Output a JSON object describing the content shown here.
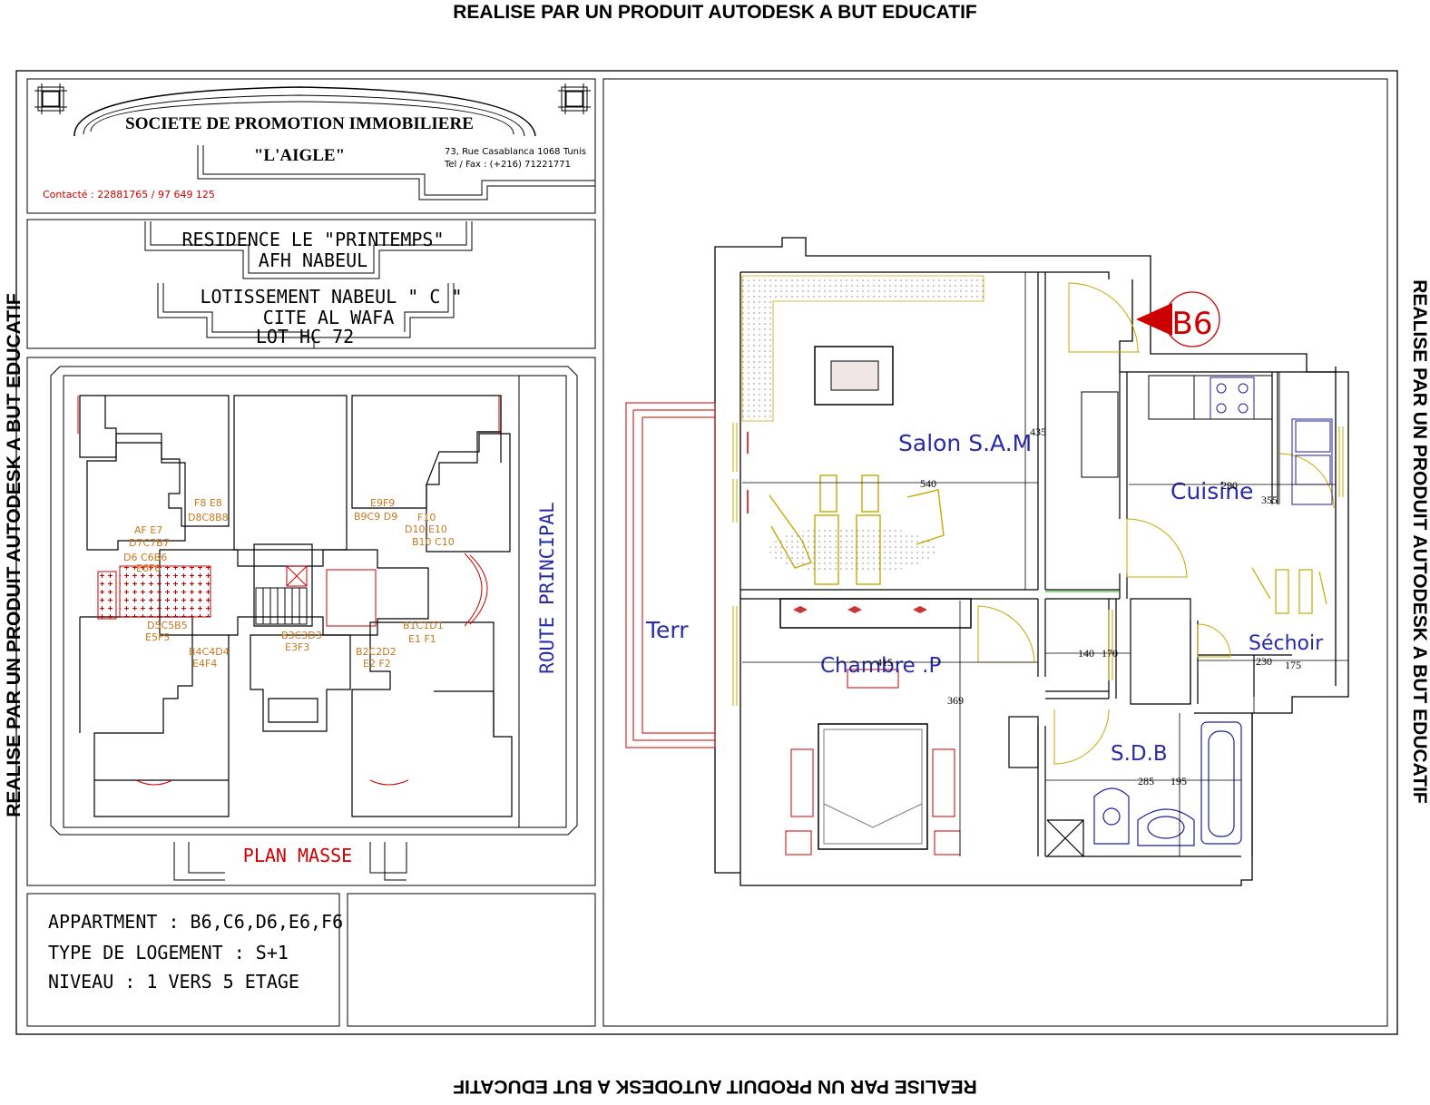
{
  "watermark": "REALISE PAR UN PRODUIT AUTODESK A BUT EDUCATIF",
  "title_block": {
    "company_line1": "SOCIETE  DE  PROMOTION  IMMOBILIERE",
    "company_line2": "\"L'AIGLE\"",
    "address": "73, Rue Casablanca 1068 Tunis",
    "phone": "Tel / Fax : (+216) 71221771",
    "contact": "Contacté : 22881765 / 97 649 125"
  },
  "project": {
    "residence": "RESIDENCE LE \"PRINTEMPS\"",
    "location": "AFH NABEUL",
    "lotissement": "LOTISSEMENT  NABEUL \" C \"",
    "cite": "CITE  AL  WAFA",
    "lot": "LOT HC 72"
  },
  "site_plan": {
    "title": "PLAN MASSE",
    "road": "ROUTE PRINCIPAL",
    "unit_labels": [
      "F8 E8",
      "D8C8B8",
      "AF E7",
      "D7C7B7",
      "D6 C6B6",
      "E6F6",
      "E9F9",
      "B9C9 D9",
      "F10",
      "D10 E10",
      "B10 C10",
      "D5C5B5",
      "E5F5",
      "B4C4D4",
      "E4F4",
      "B3C3D3",
      "E3F3",
      "B2C2D2",
      "E2 F2",
      "B1C1D1",
      "E1 F1"
    ]
  },
  "info": {
    "appartment": "APPARTMENT : B6,C6,D6,E6,F6",
    "type": "TYPE DE LOGEMENT : S+1",
    "niveau": "NIVEAU : 1 VERS 5 ETAGE"
  },
  "floor_plan": {
    "unit_tag": "B6",
    "rooms": {
      "salon": "Salon S.A.M",
      "cuisine": "Cuisine",
      "terrasse": "Terr",
      "chambre": "Chambre .P",
      "sechoir": "Séchoir",
      "sdb": "S.D.B"
    },
    "dimensions": {
      "salon_height": "435",
      "salon_width": "540",
      "cuisine_width": "290",
      "cuisine_height": "355",
      "hall_a": "140",
      "hall_b": "170",
      "chambre_width": "415",
      "chambre_height": "369",
      "sechoir_width": "230",
      "sechoir_height": "175",
      "sdb_width": "285",
      "sdb_height": "195"
    }
  },
  "colors": {
    "wall": "#000000",
    "title_red": "#cc0000",
    "label_blue": "#2a2aa8",
    "unit_orange": "#c8781e",
    "furniture_yellow": "#c8a800",
    "fixture_blue": "#1e1ea0"
  }
}
